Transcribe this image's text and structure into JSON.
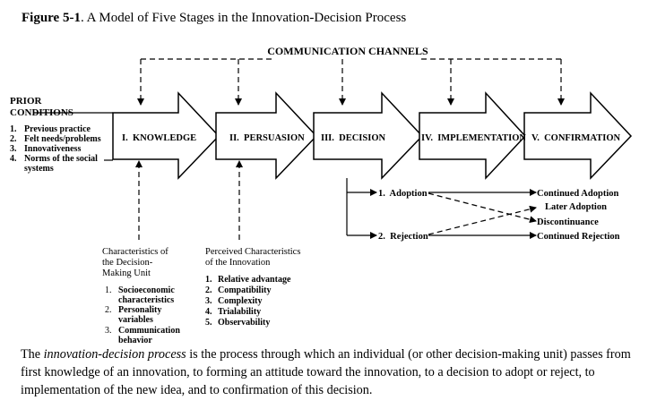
{
  "caption": {
    "label": "Figure 5-1",
    "text": ". A Model of Five Stages in the Innovation-Decision Process"
  },
  "channels_label": "COMMUNICATION CHANNELS",
  "prior_conditions": {
    "title": [
      "PRIOR",
      "CONDITIONS"
    ],
    "items": [
      [
        "1.",
        "Previous practice"
      ],
      [
        "2.",
        "Felt needs/problems"
      ],
      [
        "3.",
        "Innovativeness"
      ],
      [
        "4.",
        "Norms of the social"
      ],
      [
        "",
        "systems"
      ]
    ]
  },
  "stages": [
    "I.  KNOWLEDGE",
    "II.  PERSUASION",
    "III.  DECISION",
    "IV.  IMPLEMENTATION",
    "V.  CONFIRMATION"
  ],
  "decision_unit": {
    "title": [
      "Characteristics of",
      "the Decision-",
      "Making Unit"
    ],
    "items": [
      [
        "1.",
        "Socioeconomic"
      ],
      [
        "",
        "characteristics"
      ],
      [
        "2.",
        "Personality"
      ],
      [
        "",
        "variables"
      ],
      [
        "3.",
        "Communication"
      ],
      [
        "",
        "behavior"
      ]
    ]
  },
  "innovation": {
    "title": [
      "Perceived Characteristics",
      "of the Innovation"
    ],
    "items": [
      [
        "1.",
        "Relative advantage"
      ],
      [
        "2.",
        "Compatibility"
      ],
      [
        "3.",
        "Complexity"
      ],
      [
        "4.",
        "Trialability"
      ],
      [
        "5.",
        "Observability"
      ]
    ]
  },
  "decisions": [
    "1.  Adoption",
    "2.  Rejection"
  ],
  "outcomes": [
    "Continued Adoption",
    "Later Adoption",
    "Discontinuance",
    "Continued Rejection"
  ],
  "description": {
    "before": "The ",
    "em": "innovation-decision process",
    "after": " is the process through which an individual (or other decision-making unit) passes from first knowledge of an innovation, to forming an attitude toward the innovation, to a decision to adopt or reject, to implementation of the new idea, and to confirmation of this decision."
  }
}
